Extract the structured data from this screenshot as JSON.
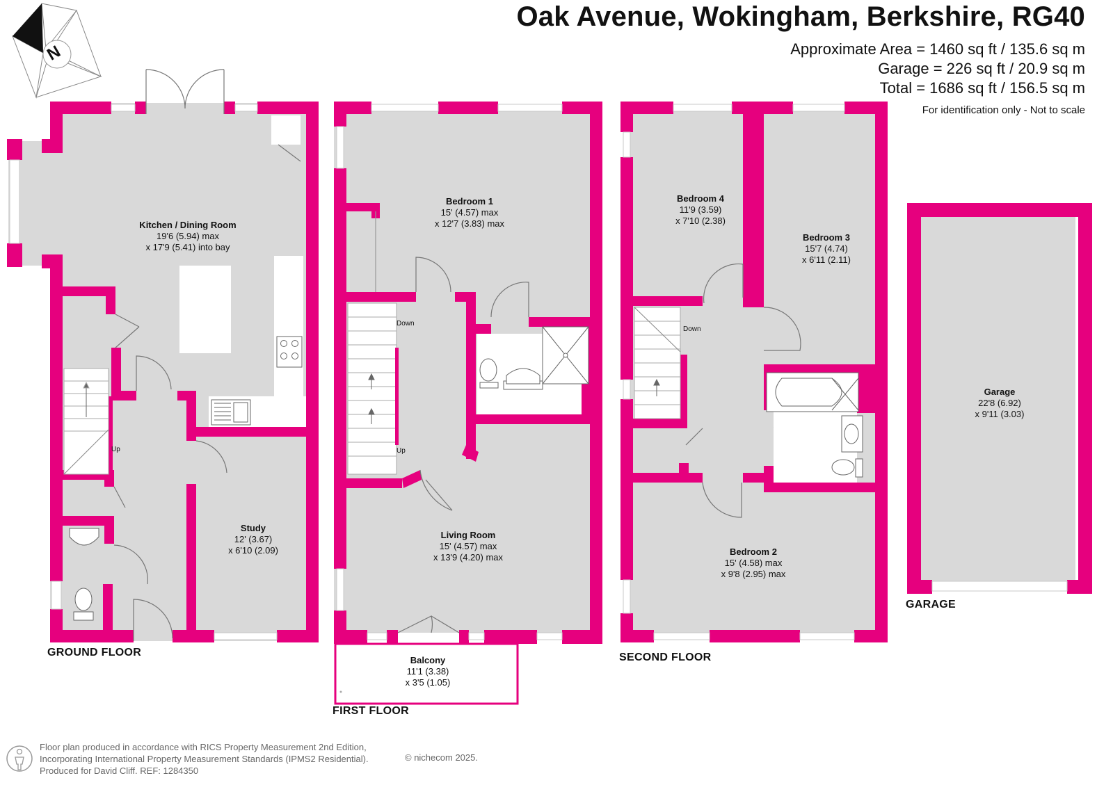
{
  "header": {
    "title": "Oak Avenue, Wokingham, Berkshire, RG40",
    "area_lines": [
      "Approximate Area = 1460 sq ft / 135.6 sq m",
      "Garage = 226 sq ft / 20.9 sq m",
      "Total = 1686 sq ft / 156.5 sq m"
    ],
    "note": "For identification only - Not to scale"
  },
  "compass": {
    "letter": "N"
  },
  "floors": {
    "ground": "GROUND FLOOR",
    "first": "FIRST FLOOR",
    "second": "SECOND FLOOR",
    "garage": "GARAGE"
  },
  "rooms": {
    "kitchen": {
      "name": "Kitchen / Dining Room",
      "dim1": "19'6 (5.94) max",
      "dim2": "x 17'9 (5.41) into bay"
    },
    "study": {
      "name": "Study",
      "dim1": "12' (3.67)",
      "dim2": "x 6'10 (2.09)"
    },
    "bedroom1": {
      "name": "Bedroom 1",
      "dim1": "15' (4.57) max",
      "dim2": "x 12'7 (3.83) max"
    },
    "living": {
      "name": "Living Room",
      "dim1": "15' (4.57) max",
      "dim2": "x 13'9 (4.20) max"
    },
    "balcony": {
      "name": "Balcony",
      "dim1": "11'1 (3.38)",
      "dim2": "x 3'5 (1.05)"
    },
    "bedroom4": {
      "name": "Bedroom 4",
      "dim1": "11'9 (3.59)",
      "dim2": "x 7'10 (2.38)"
    },
    "bedroom3": {
      "name": "Bedroom 3",
      "dim1": "15'7 (4.74)",
      "dim2": "x 6'11 (2.11)"
    },
    "bedroom2": {
      "name": "Bedroom 2",
      "dim1": "15' (4.58) max",
      "dim2": "x 9'8 (2.95) max"
    },
    "garage": {
      "name": "Garage",
      "dim1": "22'8 (6.92)",
      "dim2": "x 9'11 (3.03)"
    }
  },
  "stairs": {
    "up": "Up",
    "down": "Down"
  },
  "footer": {
    "line1": "Floor plan produced in accordance with RICS Property Measurement 2nd Edition,",
    "line2": "Incorporating International Property Measurement Standards (IPMS2 Residential).",
    "brand": "© nichecom 2025.",
    "line3": "Produced for David Cliff.   REF: 1284350"
  },
  "colors": {
    "wall": "#e6007e",
    "floor": "#d9d9d9",
    "window": "#ffffff"
  }
}
